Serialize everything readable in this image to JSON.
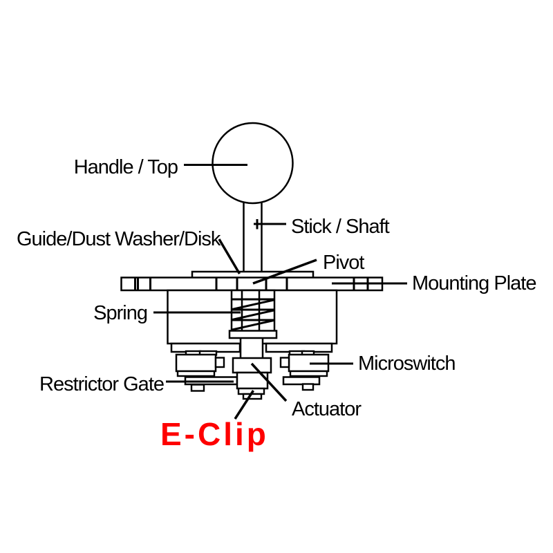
{
  "diagram": {
    "line_color": "#000000",
    "label_color": "#000000",
    "highlight_color": "#fe0000",
    "background_color": "#ffffff",
    "labels": {
      "handle": "Handle / Top",
      "stick": "Stick / Shaft",
      "guide_washer": "Guide/Dust Washer/Disk",
      "pivot": "Pivot",
      "mounting_plate": "Mounting Plate",
      "spring": "Spring",
      "microswitch": "Microswitch",
      "restrictor_gate": "Restrictor Gate",
      "actuator": "Actuator",
      "e_clip": "E-Clip"
    }
  }
}
